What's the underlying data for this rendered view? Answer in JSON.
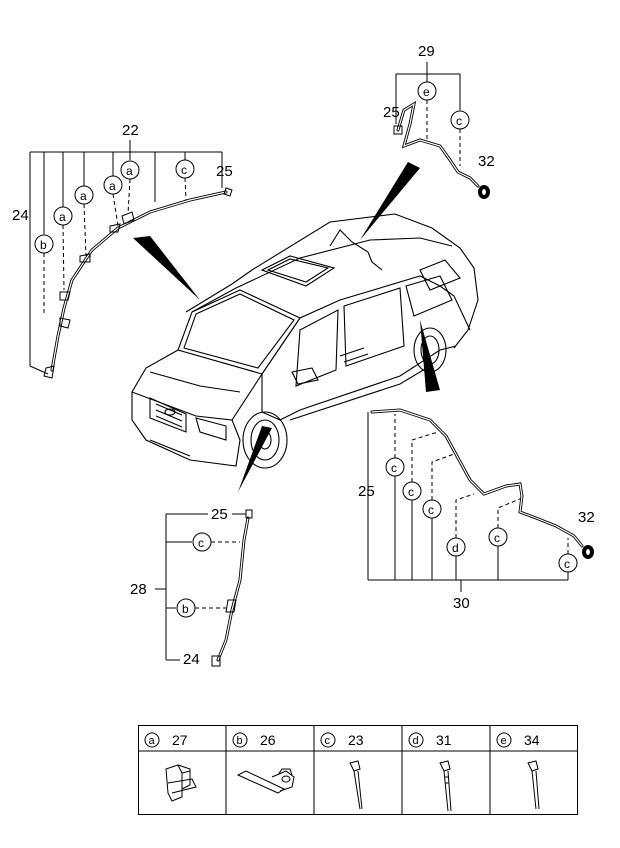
{
  "diagram": {
    "ref_numbers": {
      "n22": "22",
      "n23": "23",
      "n24": "24",
      "n25": "25",
      "n26": "26",
      "n27": "27",
      "n28": "28",
      "n29": "29",
      "n30": "30",
      "n31": "31",
      "n32": "32",
      "n34": "34"
    },
    "letters": {
      "a": "a",
      "b": "b",
      "c": "c",
      "d": "d",
      "e": "e"
    }
  },
  "legend": {
    "cells": [
      {
        "letter": "a",
        "part": "27",
        "icon": "clip-bracket-icon"
      },
      {
        "letter": "b",
        "part": "26",
        "icon": "hose-clip-icon"
      },
      {
        "letter": "c",
        "part": "23",
        "icon": "cable-tie-icon"
      },
      {
        "letter": "d",
        "part": "31",
        "icon": "cable-tie-long-icon"
      },
      {
        "letter": "e",
        "part": "34",
        "icon": "cable-tie-icon"
      }
    ]
  }
}
